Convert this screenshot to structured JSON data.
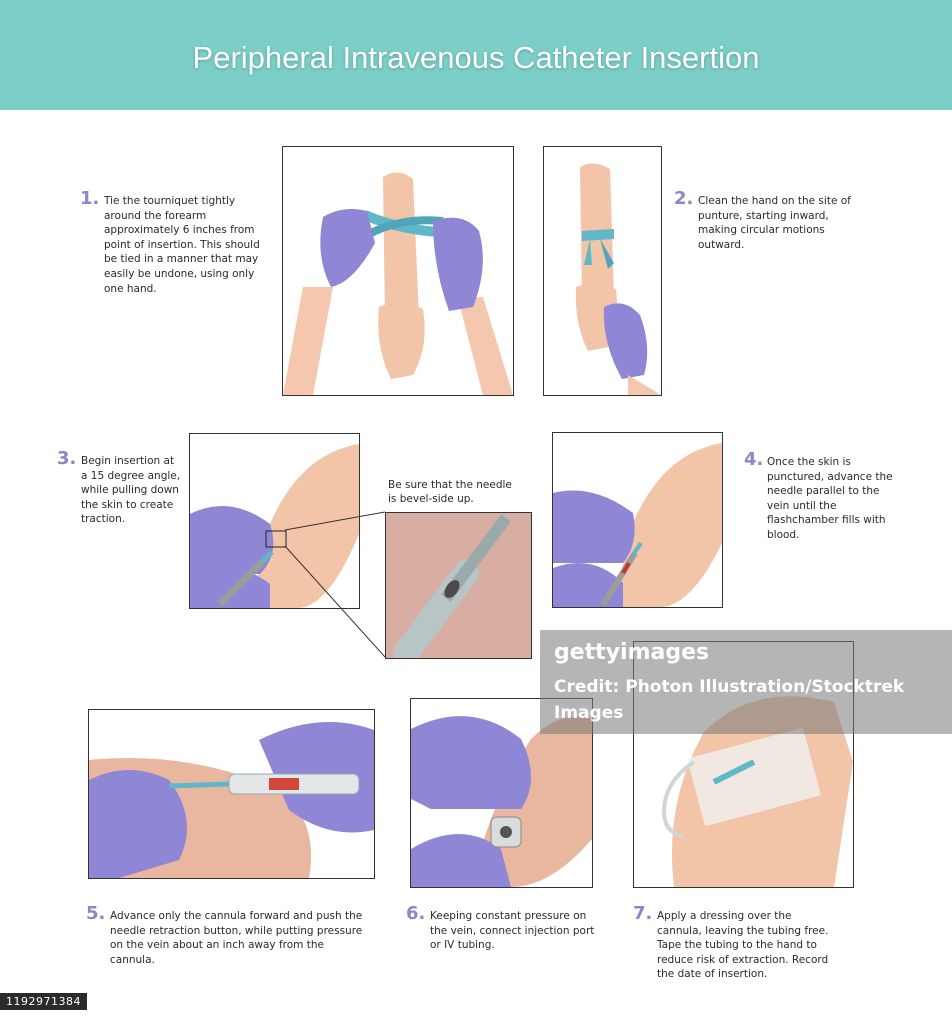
{
  "title": "Peripheral Intravenous Catheter Insertion",
  "steps": [
    {
      "num": "1.",
      "text": "Tie the tourniquet tightly around the forearm approximately 6 inches from point of insertion. This should be tied in a manner that may easily be undone, using only one hand."
    },
    {
      "num": "2.",
      "text": "Clean the hand on the site of punture, starting inward, making circular motions outward."
    },
    {
      "num": "3.",
      "text": "Begin insertion at a 15 degree angle, while pulling down the skin to create traction."
    },
    {
      "num": "4.",
      "text": "Once the skin is punctured, advance the needle parallel to the vein until the flashchamber fills with blood."
    },
    {
      "num": "5.",
      "text": "Advance only the cannula forward and push the needle retraction button, while putting pressure on the vein about an inch away from the cannula."
    },
    {
      "num": "6.",
      "text": "Keeping constant pressure on the vein, connect injection port or IV tubing."
    },
    {
      "num": "7.",
      "text": "Apply a dressing over the cannula, leaving the tubing free. Tape the tubing to the hand to reduce risk of extraction. Record the date of insertion."
    }
  ],
  "bevel_note": "Be sure that the needle is bevel-side up.",
  "watermark": {
    "logo": "gettyimages",
    "credit": "Credit: Photon Illustration/Stocktrek Images"
  },
  "image_id": "1192971384",
  "colors": {
    "banner": "#7ccfc9",
    "glove": "#8f86d6",
    "skin": "#f2c4a8",
    "tourniquet": "#5fb7c7",
    "step_number": "#8c86c4"
  }
}
